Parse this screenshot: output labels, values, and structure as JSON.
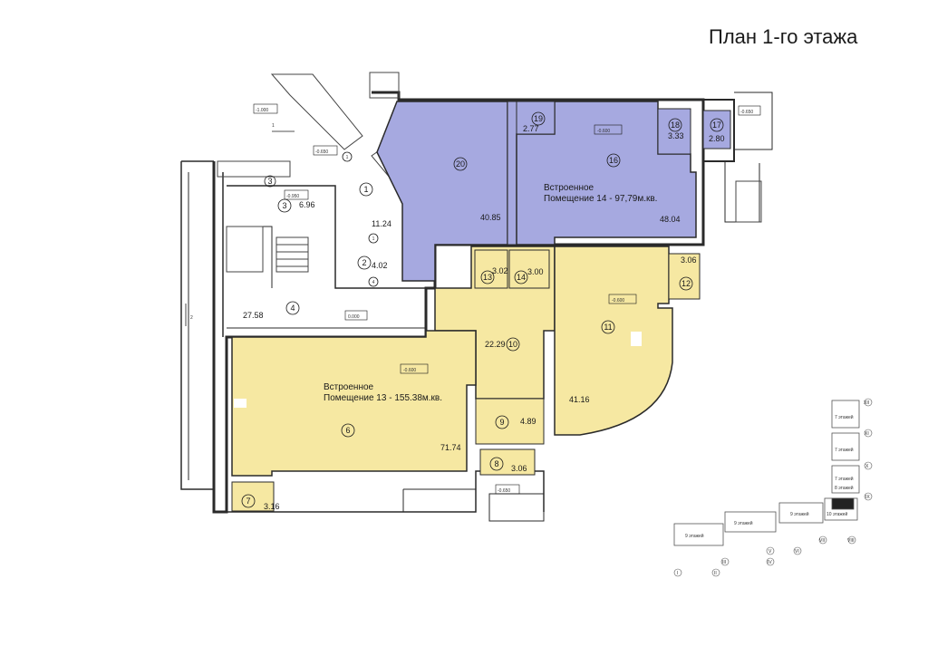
{
  "title": "План 1-го этажа",
  "colors": {
    "blue": "#a6a9e0",
    "yellow": "#f6e8a2",
    "wall": "#2a2a2a",
    "line": "#555555"
  },
  "rooms": [
    {
      "id": "r20",
      "num": "20",
      "area": "40.85"
    },
    {
      "id": "r16",
      "num": "16",
      "area": "48.04"
    },
    {
      "id": "r19",
      "num": "19",
      "area": "2.77"
    },
    {
      "id": "r18",
      "num": "18",
      "area": "3.33"
    },
    {
      "id": "r17",
      "num": "17",
      "area": "2.80"
    },
    {
      "id": "r13",
      "num": "13",
      "area": "3.02"
    },
    {
      "id": "r14",
      "num": "14",
      "area": "3.00"
    },
    {
      "id": "r12",
      "num": "12",
      "area": "3.06"
    },
    {
      "id": "r11",
      "num": "11",
      "area": "41.16"
    },
    {
      "id": "r10",
      "num": "10",
      "area": "22.29"
    },
    {
      "id": "r9",
      "num": "9",
      "area": "4.89"
    },
    {
      "id": "r8",
      "num": "8",
      "area": "3.06"
    },
    {
      "id": "r6",
      "num": "6",
      "area": "71.74"
    },
    {
      "id": "r7",
      "num": "7",
      "area": "3.16"
    },
    {
      "id": "r4",
      "num": "4",
      "area": "27.58"
    },
    {
      "id": "r3",
      "num": "3",
      "area": "6.96"
    },
    {
      "id": "r1",
      "num": "1",
      "area": "11.24"
    },
    {
      "id": "r2",
      "num": "2",
      "area": "4.02"
    }
  ],
  "premises": {
    "p14": {
      "line1": "Встроенное",
      "line2": "Помещение 14 - 97,79м.кв."
    },
    "p13": {
      "line1": "Встроенное",
      "line2": "Помещение 13 - 155.38м.кв."
    }
  },
  "levels": {
    "l1": "-0.600",
    "l2": "-0.600",
    "l3": "-0.600",
    "l4": "0.000",
    "l5": "-0.650",
    "l6": "-0.950",
    "l7": "-1.000",
    "l8": "-0.650",
    "l9": "-0.650"
  },
  "extra_nums": {
    "n3a": "3",
    "n1a": "1",
    "n1b": "1",
    "n2b": "2",
    "n4b": "4",
    "n1s": "1",
    "n2s": "2"
  },
  "keyplan": {
    "floors": [
      "7 этажей",
      "7 этажей",
      "7 этажей",
      "8 этажей",
      "9 этажей",
      "10 этажей",
      "9 этажей",
      "9 этажей"
    ],
    "axes": [
      "I",
      "II",
      "III",
      "IV",
      "V",
      "VI",
      "VII",
      "VIII",
      "IX",
      "X",
      "XI",
      "XII"
    ]
  }
}
